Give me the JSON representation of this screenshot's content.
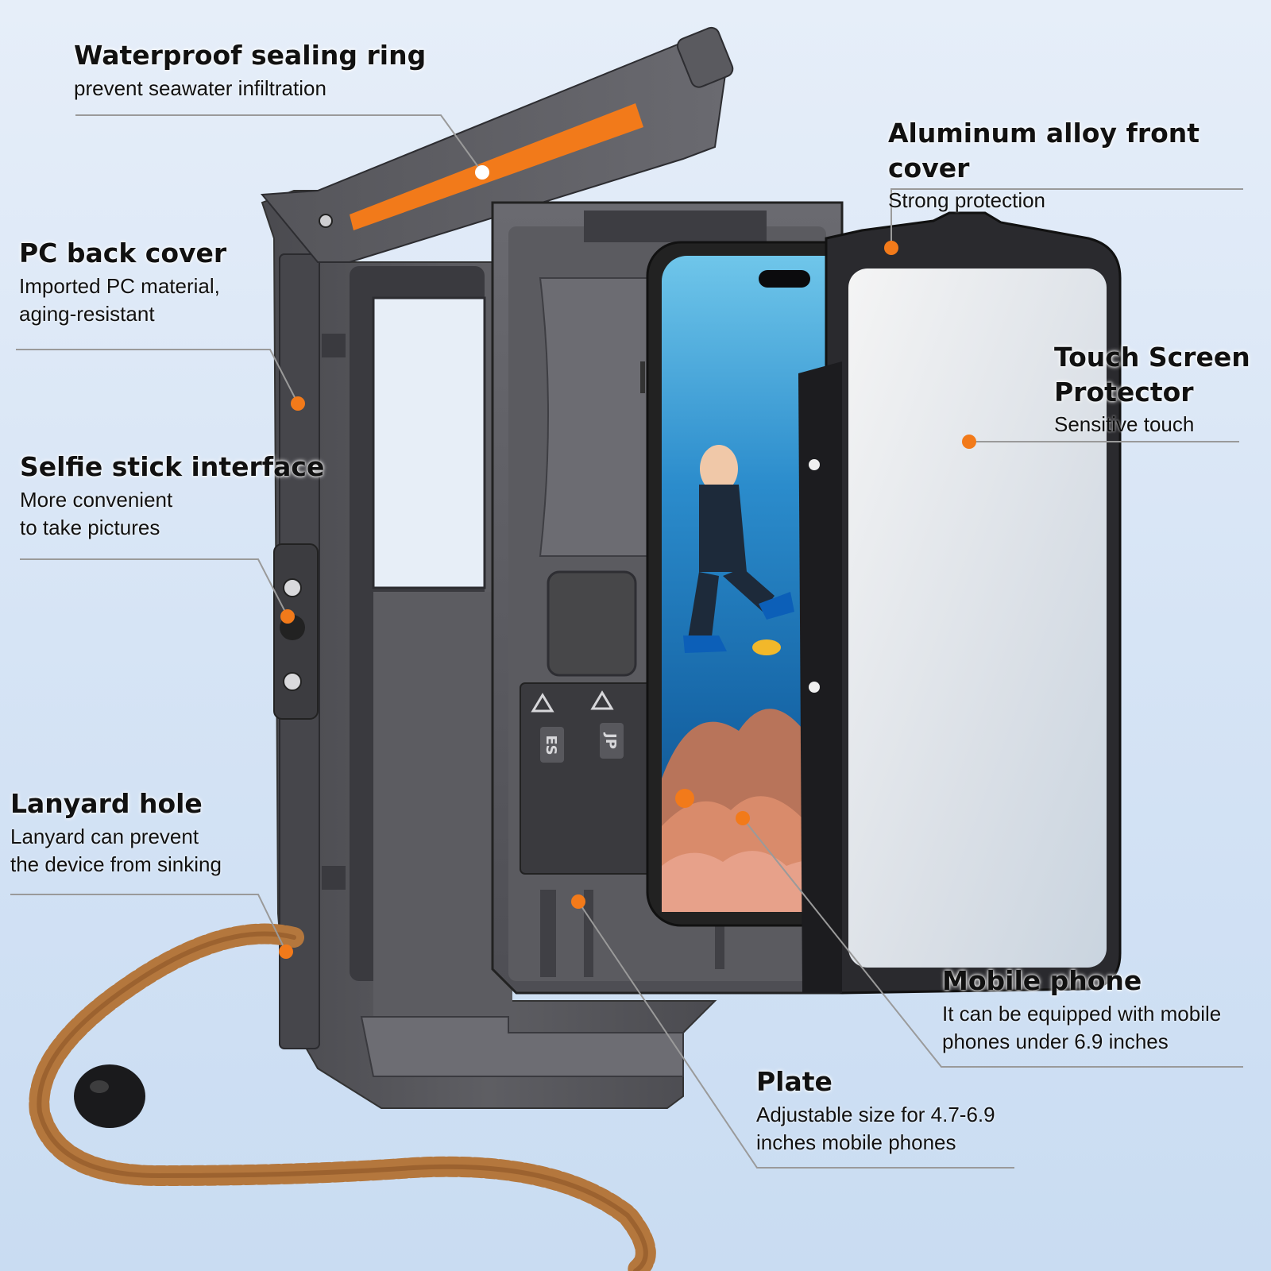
{
  "accent_color": "#f27a1a",
  "callouts": {
    "sealing_ring": {
      "title": "Waterproof sealing ring",
      "sub": "prevent seawater infiltration"
    },
    "front_cover": {
      "title": "Aluminum alloy front cover",
      "sub": "Strong protection"
    },
    "back_cover": {
      "title": "PC back cover",
      "sub_line1": "Imported PC material,",
      "sub_line2": "aging-resistant"
    },
    "touch_protector": {
      "title_line1": "Touch Screen",
      "title_line2": "Protector",
      "sub": "Sensitive touch"
    },
    "selfie_interface": {
      "title": "Selfie stick interface",
      "sub_line1": "More convenient",
      "sub_line2": "to take pictures"
    },
    "lanyard_hole": {
      "title": "Lanyard hole",
      "sub_line1": "Lanyard can prevent",
      "sub_line2": "the device from sinking"
    },
    "mobile_phone": {
      "title": "Mobile phone",
      "sub_line1": "It can be equipped with mobile",
      "sub_line2": "phones under 6.9 inches"
    },
    "plate": {
      "title": "Plate",
      "sub_line1": "Adjustable size for 4.7-6.9",
      "sub_line2": "inches mobile phones"
    }
  },
  "plate_labels": {
    "label_left": "ES",
    "label_right": "JP"
  }
}
